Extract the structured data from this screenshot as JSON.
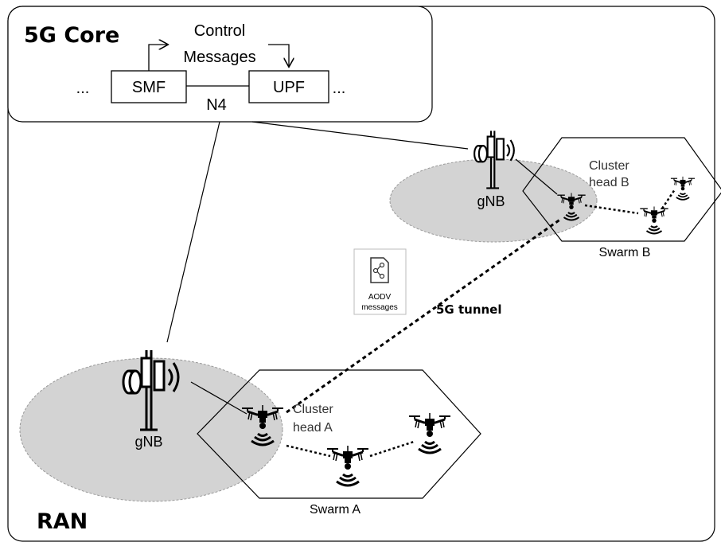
{
  "core": {
    "title": "5G Core",
    "smf_label": "SMF",
    "upf_label": "UPF",
    "interface_label": "N4",
    "control_line1": "Control",
    "control_line2": "Messages",
    "ellipsis_left": "...",
    "ellipsis_right": "..."
  },
  "ran": {
    "title": "RAN"
  },
  "gnb_a": {
    "label": "gNB"
  },
  "gnb_b": {
    "label": "gNB"
  },
  "swarm_a": {
    "label": "Swarm A",
    "cluster_head_line1": "Cluster",
    "cluster_head_line2": "head A"
  },
  "swarm_b": {
    "label": "Swarm B",
    "cluster_head_line1": "Cluster",
    "cluster_head_line2": "head B"
  },
  "tunnel": {
    "label": "5G tunnel"
  },
  "aodv": {
    "line1": "AODV",
    "line2": "messages",
    "icon": "share-document-icon"
  },
  "icons": [
    "antenna-tower-icon",
    "drone-icon",
    "signal-waves-icon"
  ],
  "colors": {
    "coverage_fill": "#d3d3d3",
    "line": "#000000",
    "border": "#000000"
  }
}
